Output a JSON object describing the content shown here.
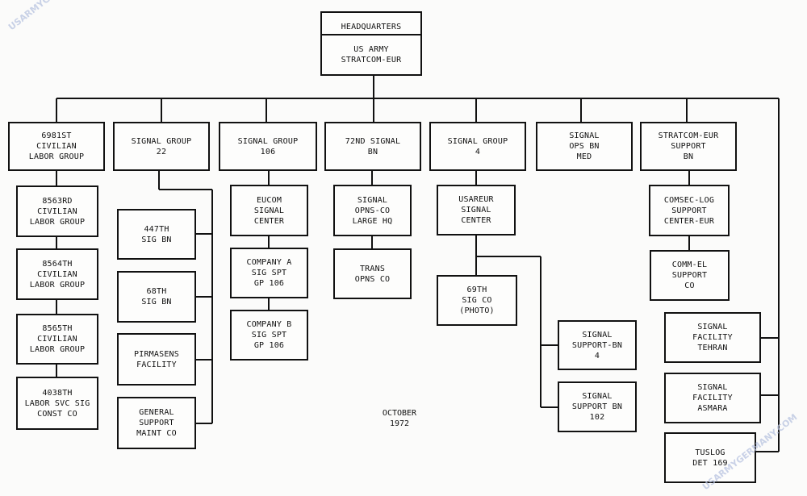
{
  "headquarters": {
    "header": "HEADQUARTERS",
    "title": "US ARMY\nSTRATCOM-EUR"
  },
  "units": {
    "g6981": "6981ST\nCIVILIAN\nLABOR GROUP",
    "g8563": "8563RD\nCIVILIAN\nLABOR GROUP",
    "g8564": "8564TH\nCIVILIAN\nLABOR GROUP",
    "g8565": "8565TH\nCIVILIAN\nLABOR GROUP",
    "g4038": "4038TH\nLABOR SVC SIG\nCONST CO",
    "sg22": "SIGNAL GROUP\n22",
    "sb447": "447TH\nSIG BN",
    "sb68": "68TH\nSIG BN",
    "pirmasens": "PIRMASENS\nFACILITY",
    "gsm": "GENERAL\nSUPPORT\nMAINT CO",
    "sg106": "SIGNAL GROUP\n106",
    "eucom": "EUCOM\nSIGNAL\nCENTER",
    "compa": "COMPANY A\nSIG SPT\nGP 106",
    "compb": "COMPANY B\nSIG SPT\nGP 106",
    "sb72": "72ND SIGNAL\nBN",
    "sopns": "SIGNAL\nOPNS-CO\nLARGE HQ",
    "trans": "TRANS\nOPNS CO",
    "sg4": "SIGNAL GROUP\n4",
    "usareur": "USAREUR\nSIGNAL\nCENTER",
    "sig69": "69TH\nSIG CO\n(PHOTO)",
    "ssb4": "SIGNAL\nSUPPORT-BN\n4",
    "ssb102": "SIGNAL\nSUPPORT BN\n102",
    "sopsmed": "SIGNAL\nOPS BN\nMED",
    "strsupp": "STRATCOM-EUR\nSUPPORT\nBN",
    "comsec": "COMSEC-LOG\nSUPPORT\nCENTER-EUR",
    "commel": "COMM-EL\nSUPPORT\nCO",
    "tehran": "SIGNAL\nFACILITY\nTEHRAN",
    "asmara": "SIGNAL\nFACILITY\nASMARA",
    "tuslog": "TUSLOG\nDET 169"
  },
  "date_label": "OCTOBER\n1972",
  "watermarks": [
    "USARMYGERMANY.COM",
    "USARMYGERMANY.COM"
  ]
}
